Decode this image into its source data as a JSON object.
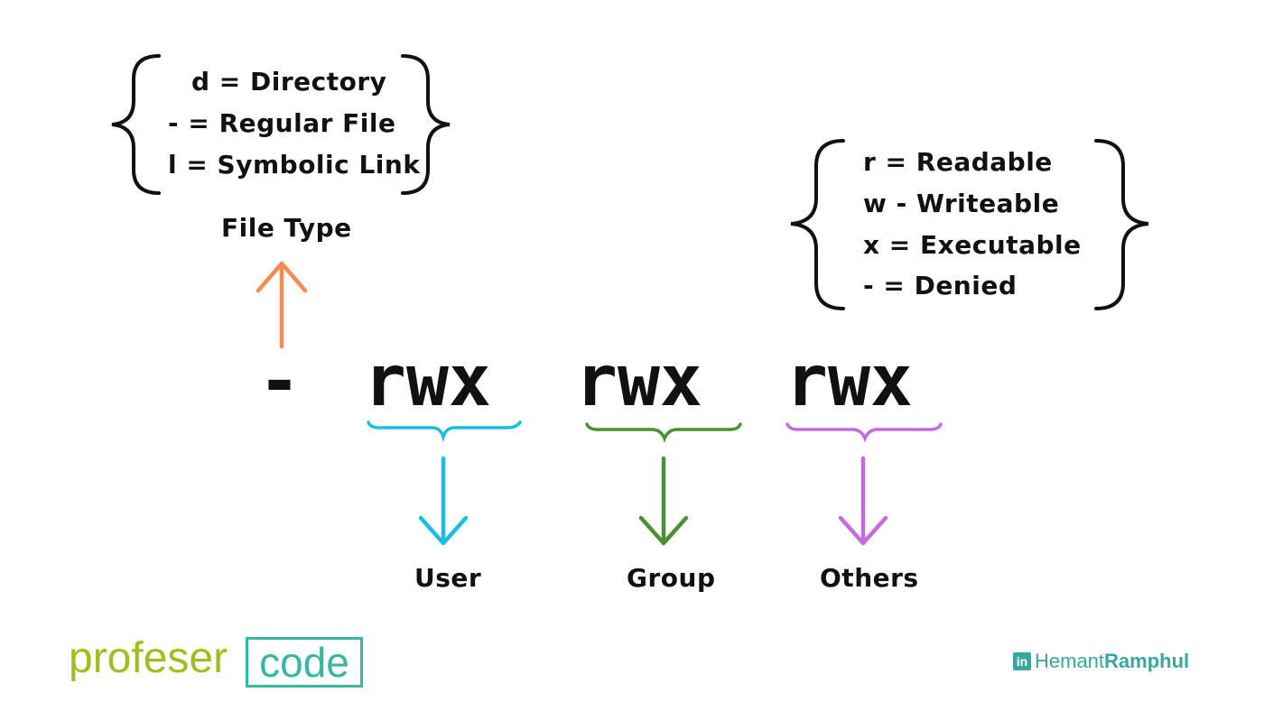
{
  "file_type": {
    "items": [
      "d = Directory",
      "- = Regular File",
      "l = Symbolic Link"
    ],
    "label": "File Type"
  },
  "permissions_legend": {
    "items": [
      "r = Readable",
      "w - Writeable",
      "x = Executable",
      "- = Denied"
    ]
  },
  "permission_string": {
    "type_char": "-",
    "groups": [
      "rwx",
      "rwx",
      "rwx"
    ]
  },
  "classes": {
    "user": "User",
    "group": "Group",
    "others": "Others"
  },
  "colors": {
    "file_type_arrow": "#f28c52",
    "user": "#1bbde3",
    "group": "#4d8f35",
    "others": "#c46be0",
    "brand_green": "#9ec01e",
    "brand_teal": "#38b6a4",
    "linkedin": "#3aa6a0"
  },
  "branding": {
    "brand_part1": "profeser",
    "brand_part2": "code",
    "linkedin_icon": "in",
    "author_first": "Hemant",
    "author_last": "Ramphul"
  }
}
